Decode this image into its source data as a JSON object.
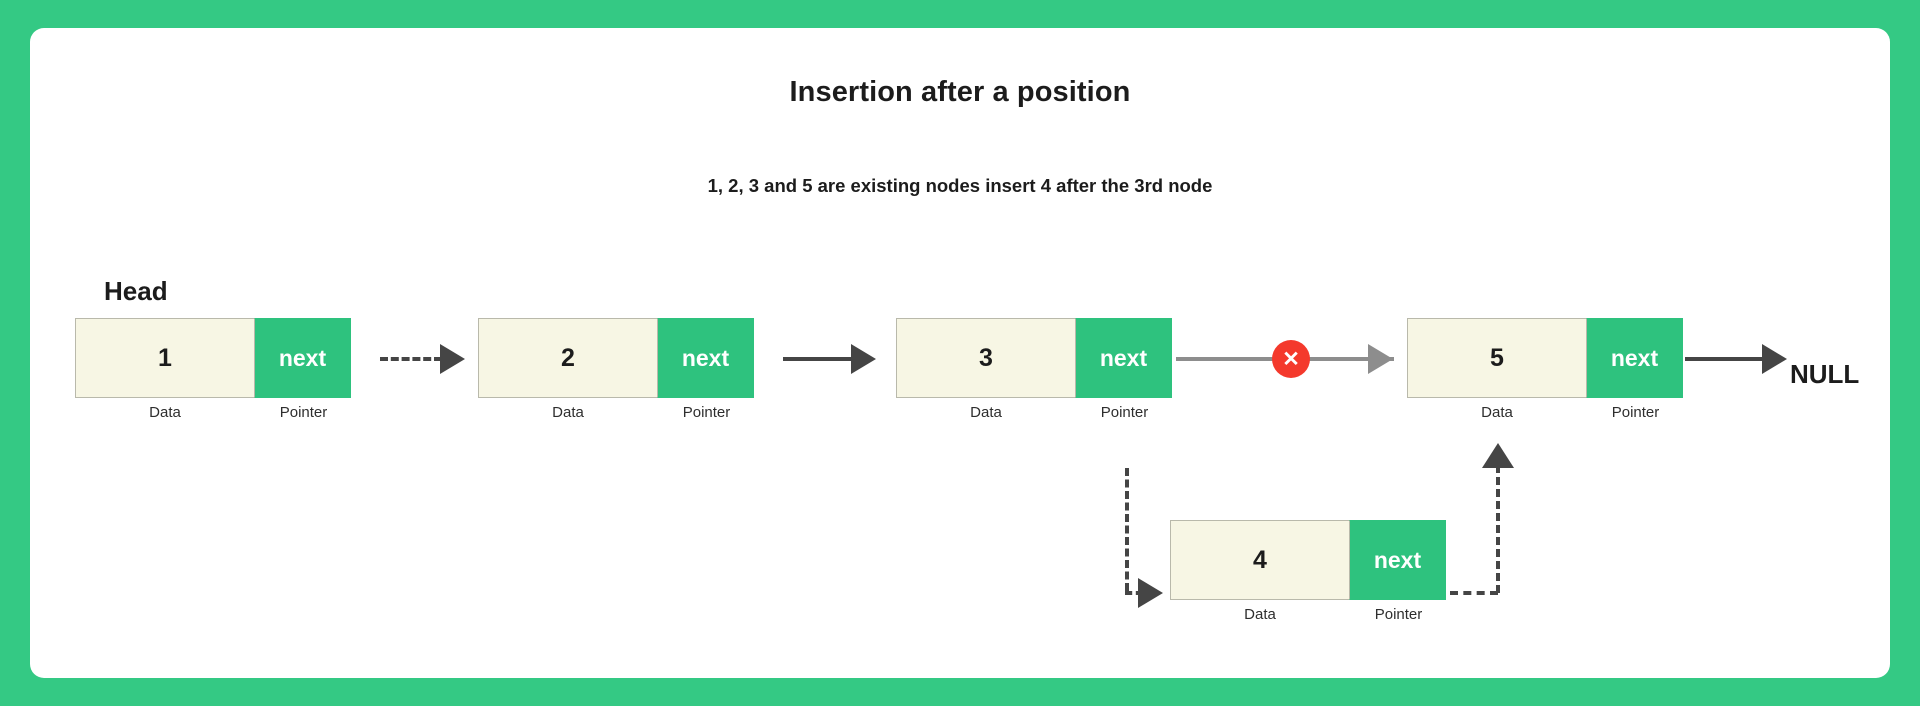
{
  "diagram": {
    "title": "Insertion after a position",
    "subtitle": "1, 2, 3 and 5 are existing nodes insert 4 after the 3rd node",
    "head_label": "Head",
    "null_label": "NULL",
    "pointer_text": "next",
    "caption_data": "Data",
    "caption_pointer": "Pointer",
    "x_glyph": "✕",
    "colors": {
      "page_background": "#34c984",
      "card_background": "#ffffff",
      "data_cell": "#f7f6e4",
      "pointer_cell": "#2ec27e",
      "cell_border": "#b9b9ab",
      "arrow_dark": "#454545",
      "arrow_grey": "#8d8d8d",
      "break_marker": "#f4392c",
      "text": "#1c1c1c"
    },
    "nodes": [
      {
        "id": "node-1",
        "value": "1",
        "pointer": "next",
        "data_caption": "Data",
        "pointer_caption": "Pointer"
      },
      {
        "id": "node-2",
        "value": "2",
        "pointer": "next",
        "data_caption": "Data",
        "pointer_caption": "Pointer"
      },
      {
        "id": "node-3",
        "value": "3",
        "pointer": "next",
        "data_caption": "Data",
        "pointer_caption": "Pointer"
      },
      {
        "id": "node-5",
        "value": "5",
        "pointer": "next",
        "data_caption": "Data",
        "pointer_caption": "Pointer"
      },
      {
        "id": "node-4",
        "value": "4",
        "pointer": "next",
        "data_caption": "Data",
        "pointer_caption": "Pointer"
      }
    ],
    "links": [
      {
        "from": "node-1",
        "to": "node-2",
        "style": "dashed",
        "color": "dark",
        "state": "active"
      },
      {
        "from": "node-2",
        "to": "node-3",
        "style": "solid",
        "color": "dark",
        "state": "active"
      },
      {
        "from": "node-3",
        "to": "node-5",
        "style": "solid",
        "color": "grey",
        "state": "broken"
      },
      {
        "from": "node-5",
        "to": "NULL",
        "style": "solid",
        "color": "dark",
        "state": "active"
      },
      {
        "from": "node-3",
        "to": "node-4",
        "style": "dashed",
        "color": "dark",
        "state": "new"
      },
      {
        "from": "node-4",
        "to": "node-5",
        "style": "dashed",
        "color": "dark",
        "state": "new"
      }
    ]
  }
}
